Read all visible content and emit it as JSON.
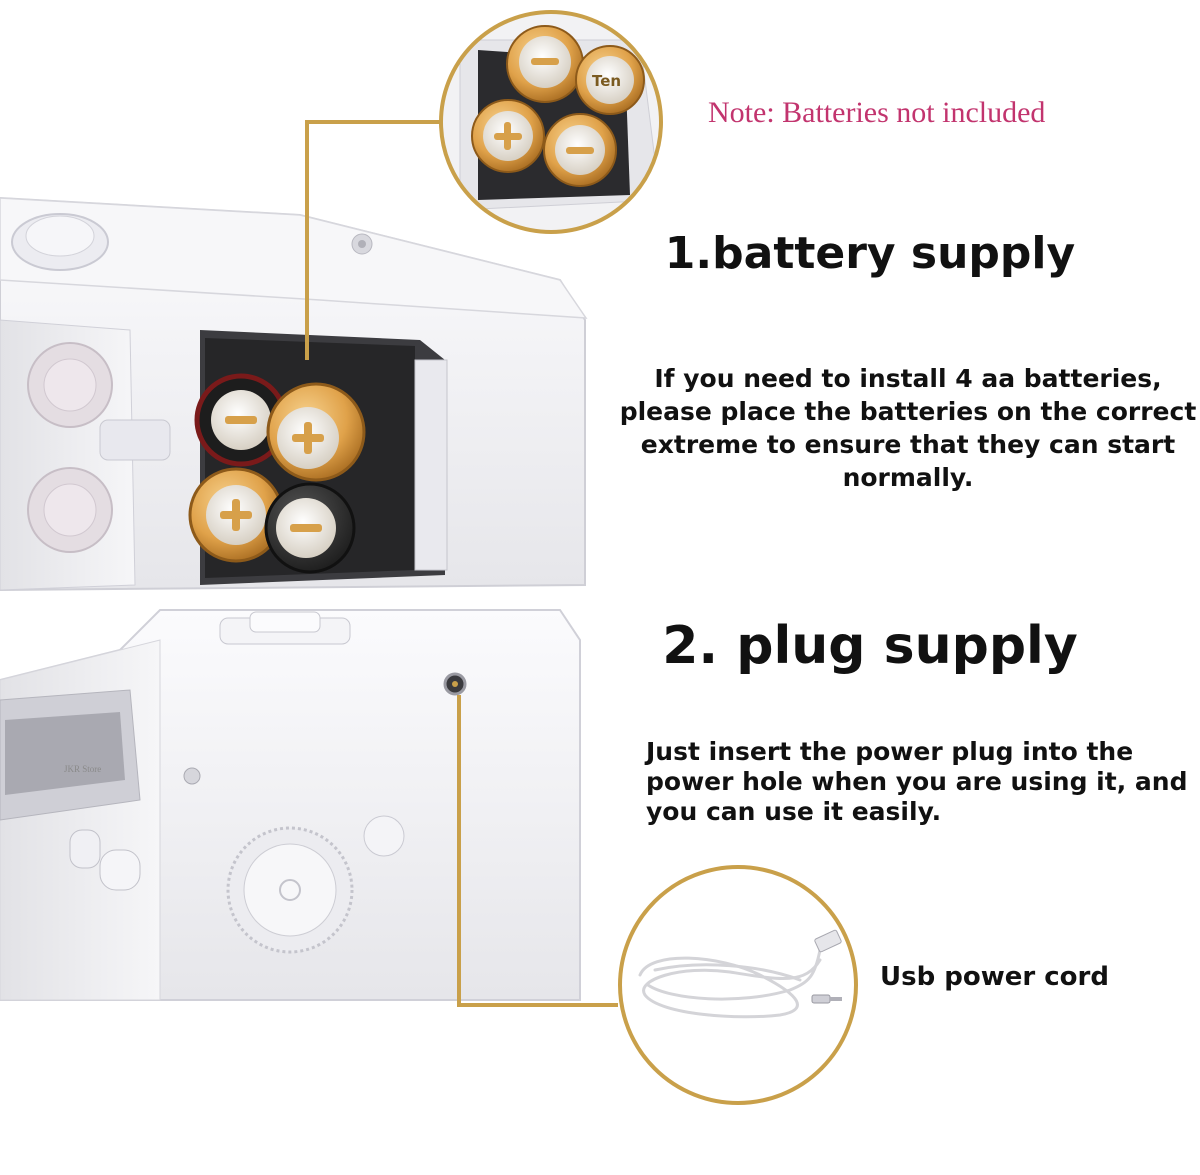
{
  "note": "Note: Batteries not included",
  "battery_label": "Ten",
  "section1": {
    "title": "1.battery supply",
    "body": "If you need to install 4 aa batteries, please place the batteries on the correct extreme to ensure that they can start normally."
  },
  "section2": {
    "title": "2. plug supply",
    "body": "Just insert the power plug into the power hole when you are using it, and you can use it easily."
  },
  "cord_label": "Usb power cord",
  "watermark": "JKR Store",
  "colors": {
    "callout_line": "#c9a04a",
    "note_text": "#c2346e",
    "battery_gold": "#e0a24a",
    "battery_dark": "#2a2a2a"
  },
  "icons": [
    "plus-icon",
    "minus-icon"
  ]
}
